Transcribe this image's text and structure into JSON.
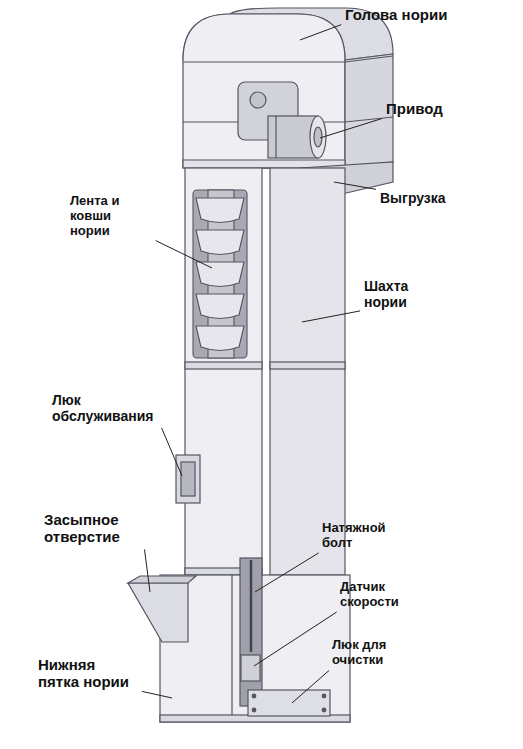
{
  "diagram": {
    "labels": [
      "Голова нории",
      "Привод",
      "Выгрузка",
      "Лента и ковши нории",
      "Шахта нории",
      "Люк обслуживания",
      "Засыпное отверстие",
      "Натяжной болт",
      "Датчик скорости",
      "Люк для очистки",
      "Нижняя пятка нории"
    ]
  }
}
